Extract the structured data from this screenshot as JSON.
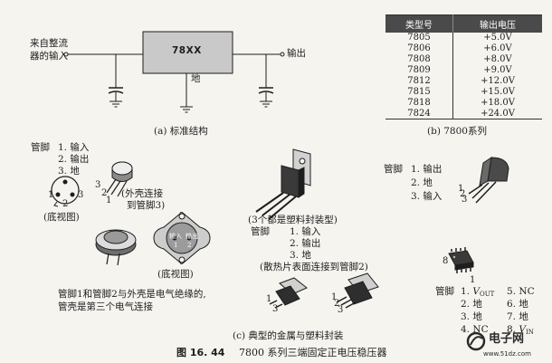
{
  "block": {
    "part_number": "78XX",
    "input_label_line1": "来自整流",
    "input_label_line2": "器的输入",
    "output_label": "输出",
    "ground_label": "地",
    "caption": "(a) 标准结构"
  },
  "table": {
    "headers": [
      "类型号",
      "输出电压"
    ],
    "rows": [
      [
        "7805",
        "+5.0V"
      ],
      [
        "7806",
        "+6.0V"
      ],
      [
        "7808",
        "+8.0V"
      ],
      [
        "7809",
        "+9.0V"
      ],
      [
        "7812",
        "+12.0V"
      ],
      [
        "7815",
        "+15.0V"
      ],
      [
        "7818",
        "+18.0V"
      ],
      [
        "7824",
        "+24.0V"
      ]
    ],
    "caption": "(b) 7800系列"
  },
  "metal_pkg": {
    "pin_title": "管脚",
    "pins": [
      "1. 输入",
      "2. 输出",
      "3. 地"
    ],
    "pin_numbers": [
      "1",
      "2",
      "3"
    ],
    "bottom_view_1": "(底视图)",
    "case_note_line1": "(外壳连接",
    "case_note_line2": "到管脚3)",
    "bottom_view_2": "(底视图)",
    "to3_pin_in": "输入",
    "to3_pin_out": "输出",
    "to3_pin_numbers": [
      "1",
      "2"
    ],
    "note_line1": "管脚1和管脚2与外壳是电气绝缘的,",
    "note_line2": "管壳是第三个电气连接"
  },
  "plastic_pkg": {
    "all_plastic": "(3个都是塑料封装型)",
    "pin_title": "管脚",
    "pins": [
      "1.  输入",
      "2.  输出",
      "3.  地"
    ],
    "heatsink_note": "(散热片表面连接到管脚2)",
    "dpak_pin_numbers": [
      "1",
      "3"
    ],
    "d2pak_pin_numbers": [
      "1",
      "2",
      "3"
    ]
  },
  "to92": {
    "pin_title": "管脚",
    "pins": [
      "1. 输出",
      "2. 地",
      "3. 输入"
    ],
    "pin_numbers": [
      "1",
      "2",
      "3"
    ]
  },
  "soic": {
    "pin_8": "8",
    "pin_1": "1",
    "pin_title": "管脚",
    "left_pins": [
      {
        "num": "1.",
        "name": "V",
        "sub": "OUT"
      },
      {
        "num": "2.",
        "name": "地",
        "sub": ""
      },
      {
        "num": "3.",
        "name": "地",
        "sub": ""
      },
      {
        "num": "4.",
        "name": "NC",
        "sub": ""
      }
    ],
    "right_pins": [
      {
        "num": "5.",
        "name": "NC",
        "sub": ""
      },
      {
        "num": "6.",
        "name": "地",
        "sub": ""
      },
      {
        "num": "7.",
        "name": "地",
        "sub": ""
      },
      {
        "num": "8.",
        "name": "V",
        "sub": "IN"
      }
    ]
  },
  "section_c_caption": "(c) 典型的金属与塑料封装",
  "figure": {
    "number": "图 16. 44",
    "title": "7800 系列三端固定正电压稳压器"
  },
  "watermark": {
    "brand": "电子网",
    "url": "www.51dz.com"
  },
  "colors": {
    "ink": "#1e1e1e",
    "block_fill": "#c9c9c9",
    "table_header": "#4a4a4a",
    "background": "#f6f4ef"
  }
}
